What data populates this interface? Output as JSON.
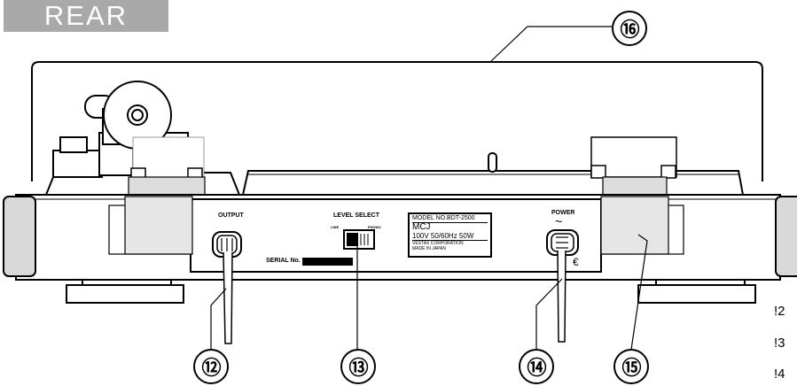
{
  "header": {
    "title": "REAR"
  },
  "callouts": [
    "⑫",
    "⑬",
    "⑭",
    "⑮",
    "⑯"
  ],
  "panel": {
    "output_label": "OUTPUT",
    "level_select_label": "LEVEL  SELECT",
    "line_label": "LINE",
    "phono_label": "PHONO",
    "serial_label": "SERIAL No.",
    "power_label": "POWER",
    "power_symbol": "~",
    "ce_mark": "€"
  },
  "nameplate": {
    "model": "MODEL NO.BDT-2500",
    "brand": "MCJ",
    "rating": "100V  50/60Hz  50W",
    "maker": "VESTAX CORPORATION",
    "origin": "MADE IN JAPAN"
  },
  "side_notes": [
    "!2",
    "!3",
    "!4"
  ]
}
